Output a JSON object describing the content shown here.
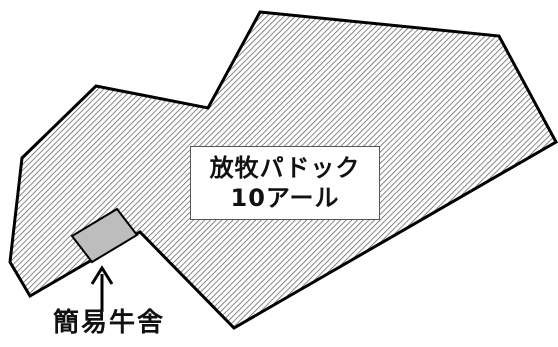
{
  "paddock": {
    "name": "放牧パドック",
    "area": "10アール"
  },
  "shed": {
    "label": "簡易牛舎"
  },
  "colors": {
    "paddock_hatch": "#555555",
    "paddock_outline": "#000000",
    "shed_fill": "#bdbdbd"
  }
}
